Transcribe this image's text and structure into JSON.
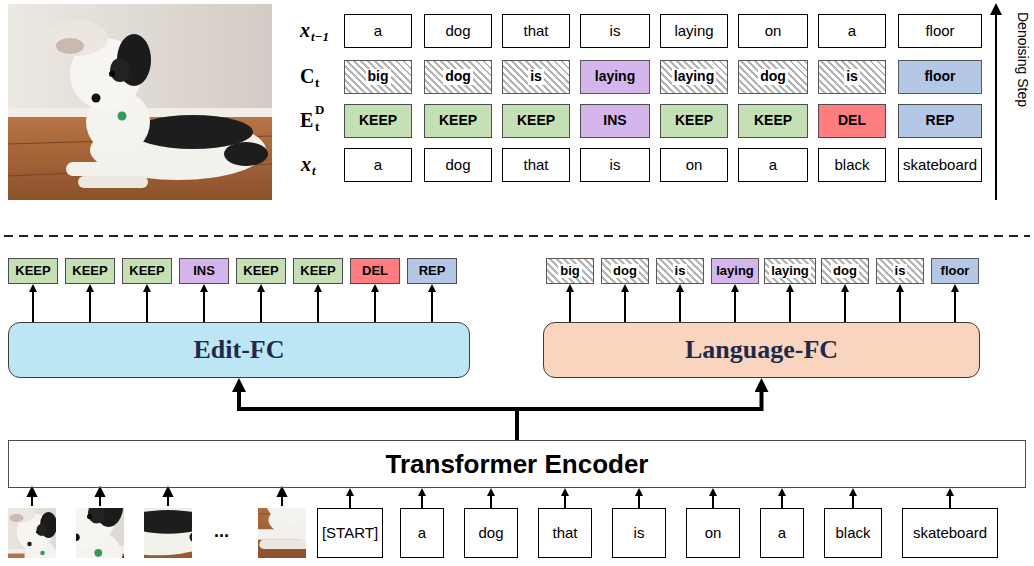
{
  "diagram": {
    "nodes": [
      {
        "text": [
          "a"
        ]
      },
      {
        "text": [
          "dog"
        ]
      },
      {
        "text": [
          "that"
        ]
      },
      {
        "text": [
          "is"
        ]
      },
      {
        "text": [
          "laying"
        ]
      },
      {
        "text": [
          "on"
        ]
      },
      {
        "text": [
          "a"
        ]
      },
      {
        "text": [
          "floor"
        ]
      },
      {
        "text": [
          "big"
        ]
      },
      {
        "text": [
          "dog"
        ]
      },
      {
        "text": [
          "is"
        ]
      },
      {
        "text": [
          "laying"
        ]
      },
      {
        "text": [
          "laying"
        ]
      },
      {
        "text": [
          "dog"
        ]
      },
      {
        "text": [
          "is"
        ]
      },
      {
        "text": [
          "floor"
        ]
      },
      {
        "text": [
          "KEEP"
        ]
      },
      {
        "text": [
          "KEEP"
        ]
      },
      {
        "text": [
          "KEEP"
        ]
      },
      {
        "text": [
          "INS"
        ]
      },
      {
        "text": [
          "KEEP"
        ]
      },
      {
        "text": [
          "KEEP"
        ]
      },
      {
        "text": [
          "DEL"
        ]
      },
      {
        "text": [
          "REP"
        ]
      },
      {
        "text": [
          "a"
        ]
      },
      {
        "text": [
          "dog"
        ]
      },
      {
        "text": [
          "that"
        ]
      },
      {
        "text": [
          "is"
        ]
      },
      {
        "text": [
          "on"
        ]
      },
      {
        "text": [
          "a"
        ]
      },
      {
        "text": [
          "black"
        ]
      },
      {
        "text": [
          "skateboard"
        ]
      },
      {
        "text": [
          "KEEP"
        ]
      },
      {
        "text": [
          "KEEP"
        ]
      },
      {
        "text": [
          "KEEP"
        ]
      },
      {
        "text": [
          "INS"
        ]
      },
      {
        "text": [
          "KEEP"
        ]
      },
      {
        "text": [
          "KEEP"
        ]
      },
      {
        "text": [
          "DEL"
        ]
      },
      {
        "text": [
          "REP"
        ]
      },
      {
        "text": [
          "big"
        ]
      },
      {
        "text": [
          "dog"
        ]
      },
      {
        "text": [
          "is"
        ]
      },
      {
        "text": [
          "laying"
        ]
      },
      {
        "text": [
          "laying"
        ]
      },
      {
        "text": [
          "dog"
        ]
      },
      {
        "text": [
          "is"
        ]
      },
      {
        "text": [
          "floor"
        ]
      },
      {
        "text": [
          "Edit-FC"
        ]
      },
      {
        "text": [
          "Language-FC"
        ]
      },
      {
        "text": [
          "Transformer Encoder"
        ]
      },
      {
        "text": [
          "[START]"
        ]
      },
      {
        "text": [
          "a"
        ]
      },
      {
        "text": [
          "dog"
        ]
      },
      {
        "text": [
          "that"
        ]
      },
      {
        "text": [
          "is"
        ]
      },
      {
        "text": [
          "on"
        ]
      },
      {
        "text": [
          "a"
        ]
      },
      {
        "text": [
          "black"
        ]
      },
      {
        "text": [
          "skateboard"
        ]
      }
    ],
    "edges": [
      {
        "from": 48,
        "to": 32,
        "arrow": "to"
      },
      {
        "from": 48,
        "to": 33,
        "arrow": "to"
      },
      {
        "from": 48,
        "to": 34,
        "arrow": "to"
      },
      {
        "from": 48,
        "to": 35,
        "arrow": "to"
      },
      {
        "from": 48,
        "to": 36,
        "arrow": "to"
      },
      {
        "from": 48,
        "to": 37,
        "arrow": "to"
      },
      {
        "from": 48,
        "to": 38,
        "arrow": "to"
      },
      {
        "from": 48,
        "to": 39,
        "arrow": "to"
      },
      {
        "from": 49,
        "to": 40,
        "arrow": "to"
      },
      {
        "from": 49,
        "to": 41,
        "arrow": "to"
      },
      {
        "from": 49,
        "to": 42,
        "arrow": "to"
      },
      {
        "from": 49,
        "to": 43,
        "arrow": "to"
      },
      {
        "from": 49,
        "to": 44,
        "arrow": "to"
      },
      {
        "from": 49,
        "to": 45,
        "arrow": "to"
      },
      {
        "from": 49,
        "to": 46,
        "arrow": "to"
      },
      {
        "from": 49,
        "to": 47,
        "arrow": "to"
      },
      {
        "from": 50,
        "to": 48,
        "arrow": "to"
      },
      {
        "from": 50,
        "to": 49,
        "arrow": "to"
      },
      {
        "from": 51,
        "to": 50,
        "arrow": "to"
      },
      {
        "from": 52,
        "to": 50,
        "arrow": "to"
      },
      {
        "from": 53,
        "to": 50,
        "arrow": "to"
      },
      {
        "from": 54,
        "to": 50,
        "arrow": "to"
      },
      {
        "from": 55,
        "to": 50,
        "arrow": "to"
      },
      {
        "from": 56,
        "to": 50,
        "arrow": "to"
      },
      {
        "from": 57,
        "to": 50,
        "arrow": "to"
      },
      {
        "from": 58,
        "to": 50,
        "arrow": "to"
      },
      {
        "from": 59,
        "to": 50,
        "arrow": "to"
      }
    ],
    "labels": [
      "x",
      "t−1",
      "C",
      "t",
      "E",
      "t",
      "D",
      "x",
      "t",
      "Denoising Step",
      "..."
    ]
  }
}
